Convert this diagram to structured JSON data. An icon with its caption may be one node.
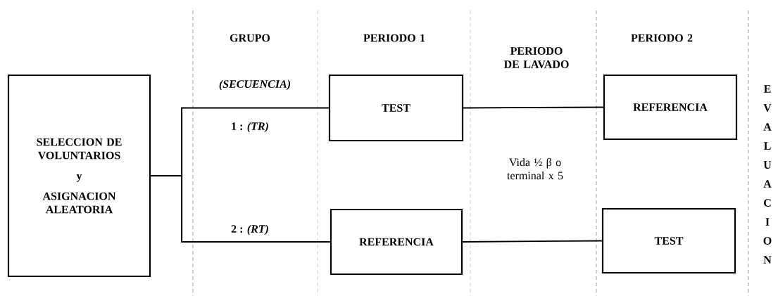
{
  "diagram": {
    "nodes": [
      {
        "text": [
          "SELECCION DE VOLUNTARIOS",
          "y",
          "ASIGNACION ALEATORIA"
        ]
      },
      {
        "text": [
          "TEST"
        ]
      },
      {
        "text": [
          "REFERENCIA"
        ]
      },
      {
        "text": [
          "REFERENCIA"
        ]
      },
      {
        "text": [
          "TEST"
        ]
      }
    ],
    "edges": [
      {
        "from": 0,
        "to": 1,
        "arrow": "none",
        "label": "1 : *(TR)*"
      },
      {
        "from": 0,
        "to": 2,
        "arrow": "none",
        "label": "2 : *(RT)*"
      },
      {
        "from": 1,
        "to": 3,
        "arrow": "none"
      },
      {
        "from": 2,
        "to": 4,
        "arrow": "none"
      }
    ],
    "labels": [
      "GRUPO",
      "PERIODO 1",
      "PERIODO DE LAVADO",
      "PERIODO 2",
      "(SECUENCIA)",
      "Vida ½ β o terminal x 5",
      "EVALUACION"
    ]
  }
}
